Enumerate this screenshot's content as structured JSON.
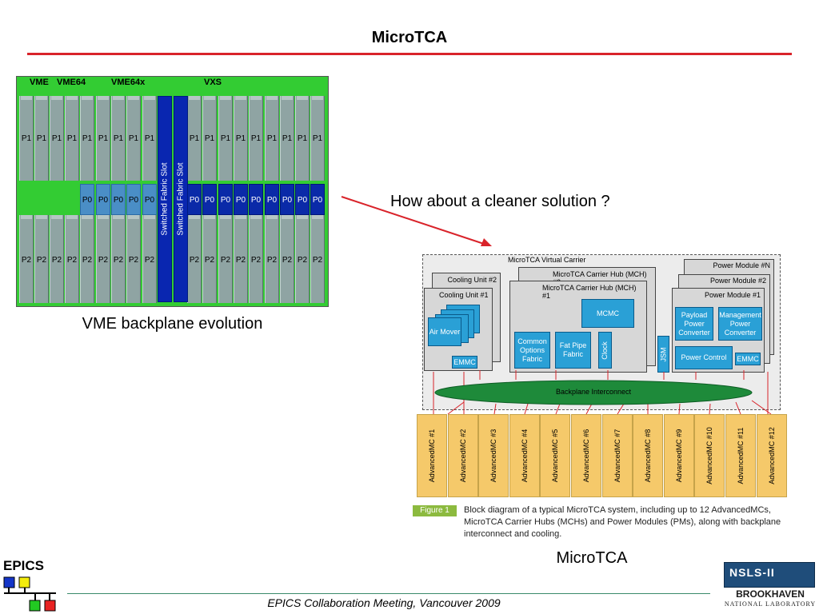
{
  "slide": {
    "title": "MicroTCA",
    "question": "How about a cleaner solution ?",
    "footer": "EPICS Collaboration Meeting, Vancouver 2009"
  },
  "vme_backplane": {
    "caption": "VME backplane evolution",
    "headers": [
      "VME",
      "VME64",
      "VME64x",
      "VXS"
    ],
    "p1_label": "P1",
    "p0_label": "P0",
    "p2_label": "P2",
    "fabric_slot_label": "Switched Fabric Slot"
  },
  "microtca": {
    "caption": "MicroTCA",
    "virtual_carrier": "MicroTCA Virtual Carrier",
    "mch2": "MicroTCA Carrier Hub (MCH) #2",
    "mch1": "MicroTCA Carrier Hub (MCH) #1",
    "mcmc": "MCMC",
    "common_options_fabric": "Common Options Fabric",
    "fat_pipe_fabric": "Fat Pipe Fabric",
    "clock": "Clock",
    "jsm": "JSM",
    "cooling_unit_2": "Cooling Unit #2",
    "cooling_unit_1": "Cooling Unit #1",
    "air_mover": "Air Mover",
    "emmc": "EMMC",
    "power_module_n": "Power Module #N",
    "power_module_2": "Power Module #2",
    "power_module_1": "Power Module #1",
    "payload_power_converter": "Payload Power Converter",
    "management_power_converter": "Management Power Converter",
    "power_control": "Power Control",
    "backplane_interconnect": "Backplane Interconnect",
    "amcs": [
      "AdvancedMC #1",
      "AdvancedMC #2",
      "AdvancedMC #3",
      "AdvancedMC #4",
      "AdvancedMC #5",
      "AdvancedMC #6",
      "AdvancedMC #7",
      "AdvancedMC #8",
      "AdvancedMC #9",
      "AdvancedMC #10",
      "AdvancedMC #11",
      "AdvancedMC #12"
    ],
    "figure_label": "Figure 1",
    "figure_caption": "Block diagram of a typical MicroTCA system, including up to 12 AdvancedMCs, MicroTCA Carrier Hubs (MCHs) and Power Modules (PMs), along with backplane interconnect and cooling."
  },
  "logos": {
    "epics": "EPICS",
    "nsls": "NSLS-II",
    "brookhaven": "BROOKHAVEN",
    "national_lab": "NATIONAL LABORATORY"
  },
  "colors": {
    "accent_red": "#d9232a",
    "backplane_green": "#33cc33",
    "fabric_blue": "#0926b0",
    "block_blue": "#2aa0d6",
    "amc_yellow": "#f5c96a",
    "interconnect_green": "#1e8a3a"
  }
}
